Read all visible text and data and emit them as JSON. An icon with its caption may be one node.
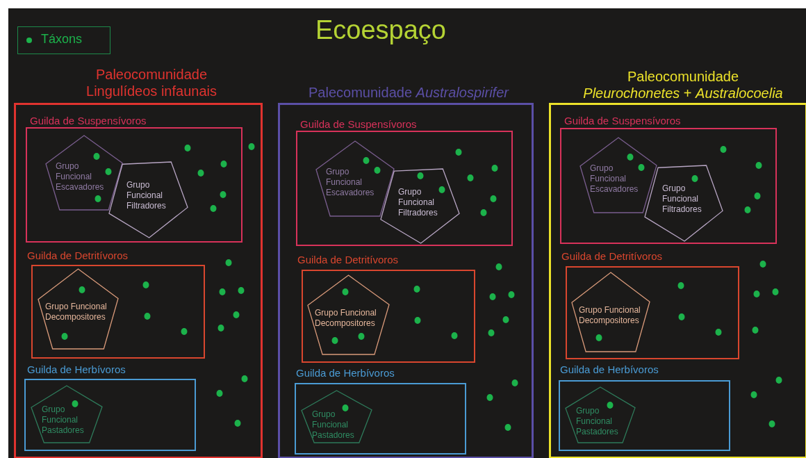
{
  "diagram": {
    "title": "Ecoespaço",
    "nodes": [
      {
        "text": [
          "Paleocomunidade Lingulídeos infaunais"
        ]
      },
      {
        "text": [
          "Guilda de Suspensívoros"
        ],
        "in": 0
      },
      {
        "text": [
          "Grupo Funcional Escavadores"
        ],
        "in": 1
      },
      {
        "text": [
          "Grupo Funcional Filtradores"
        ],
        "in": 1
      },
      {
        "text": [
          "Guilda de Detritívoros"
        ],
        "in": 0
      },
      {
        "text": [
          "Grupo Funcional Decompositores"
        ],
        "in": 4
      },
      {
        "text": [
          "Guilda de Herbívoros"
        ],
        "in": 0
      },
      {
        "text": [
          "Grupo Funcional Pastadores"
        ],
        "in": 6
      },
      {
        "text": [
          "Palecomunidade *Australospirifer*"
        ]
      },
      {
        "text": [
          "Guilda de Suspensívoros"
        ],
        "in": 8
      },
      {
        "text": [
          "Grupo Funcional Escavadores"
        ],
        "in": 9
      },
      {
        "text": [
          "Grupo Funcional Filtradores"
        ],
        "in": 9
      },
      {
        "text": [
          "Guilda de Detritívoros"
        ],
        "in": 8
      },
      {
        "text": [
          "Grupo Funcional Decompositores"
        ],
        "in": 12
      },
      {
        "text": [
          "Guilda de Herbívoros"
        ],
        "in": 8
      },
      {
        "text": [
          "Grupo Funcional Pastadores"
        ],
        "in": 14
      },
      {
        "text": [
          "Paleocomunidade *Pleurochonetes* + *Australocoelia*"
        ]
      },
      {
        "text": [
          "Guilda de Suspensívoros"
        ],
        "in": 16
      },
      {
        "text": [
          "Grupo Funcional Escavadores"
        ],
        "in": 17
      },
      {
        "text": [
          "Grupo Funcional Filtradores"
        ],
        "in": 17
      },
      {
        "text": [
          "Guilda de Detritívoros"
        ],
        "in": 16
      },
      {
        "text": [
          "Grupo Funcional Decompositores"
        ],
        "in": 20
      },
      {
        "text": [
          "Guilda de Herbívoros"
        ],
        "in": 16
      },
      {
        "text": [
          "Grupo Funcional Pastadores"
        ],
        "in": 22
      }
    ],
    "edges": [],
    "legend": [
      {
        "text": "Táxons",
        "color": "#1cb24b"
      }
    ]
  }
}
